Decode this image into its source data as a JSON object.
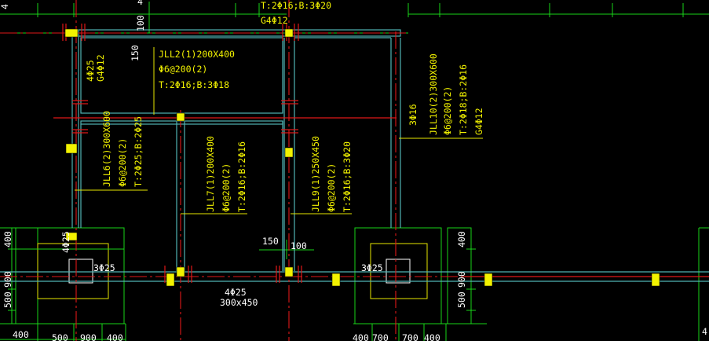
{
  "colors": {
    "background": "#000000",
    "beam": "#4fb3b3",
    "axis": "#e01818",
    "dimension": "#19d419",
    "annotation": "#f2f200",
    "text": "#ffffff"
  },
  "top": {
    "reinf": "T:2Φ16;B:3Φ20",
    "torsion": "G4Φ12",
    "dim_100": "100",
    "edge_left": "4",
    "edge_mid": "4"
  },
  "left_upper": {
    "bars": "4Φ25",
    "torsion": "G4Φ12",
    "dim_150": "150"
  },
  "jll2": {
    "name": "JLL2(1)200X400",
    "stirrup": "Φ6@200(2)",
    "reinf": "T:2Φ16;B:3Φ18"
  },
  "jll10": {
    "name": "JLL10(2)300X600",
    "stirrup": "Φ6@200(2)",
    "reinf": "T:2Φ18;B:2Φ16",
    "torsion": "G4Φ12",
    "side": "3Φ16"
  },
  "jll6": {
    "name": "JLL6(2)300X600",
    "stirrup": "Φ6@200(2)",
    "reinf": "T:2Φ25;B:2Φ25"
  },
  "jll7": {
    "name": "JLL7(1)200X400",
    "stirrup": "Φ6@200(2)",
    "reinf": "T:2Φ16;B:2Φ16"
  },
  "jll9": {
    "name": "JLL9(1)250X450",
    "stirrup": "Φ6@200(2)",
    "reinf": "T:2Φ16;B:3Φ20"
  },
  "mid": {
    "dim_150": "150",
    "dim_100": "100"
  },
  "left_footing": {
    "bars_top": "4Φ25",
    "bars_side": "3Φ25",
    "vdims": [
      "400",
      "900",
      "500",
      "400"
    ],
    "hdims": [
      "500",
      "900",
      "400"
    ]
  },
  "bottom_beam": {
    "bars": "4Φ25",
    "size": "300x450"
  },
  "right_footing": {
    "bars_side": "3Φ25",
    "hdims": [
      "400",
      "700",
      "700",
      "400"
    ],
    "vdims": [
      "400",
      "900",
      "500"
    ]
  },
  "right_edge": {
    "label": "4"
  }
}
